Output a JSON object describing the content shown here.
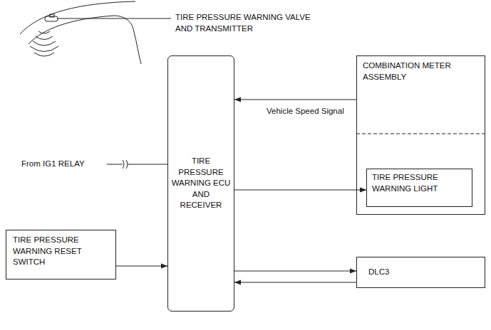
{
  "diagram": {
    "nodes": [
      {
        "text": [
          "TIRE PRESSURE WARNING ECU AND RECEIVER"
        ]
      },
      {
        "text": [
          "COMBINATION METER ASSEMBLY"
        ]
      },
      {
        "text": [
          "TIRE PRESSURE WARNING LIGHT"
        ],
        "in": 1
      },
      {
        "text": [
          "TIRE PRESSURE WARNING RESET SWITCH"
        ]
      },
      {
        "text": [
          "DLC3"
        ]
      }
    ],
    "edges": [
      {
        "from": 1,
        "to": 0,
        "label": "Vehicle Speed Signal",
        "arrow": "to"
      },
      {
        "from": 0,
        "to": 2,
        "arrow": "to"
      },
      {
        "from": 3,
        "to": 0,
        "arrow": "to"
      },
      {
        "from": 0,
        "to": 4,
        "arrow": "to"
      },
      {
        "from": 4,
        "to": 0,
        "arrow": "to"
      }
    ],
    "labels": [
      "TIRE PRESSURE WARNING VALVE AND TRANSMITTER",
      "From IG1 RELAY"
    ]
  }
}
